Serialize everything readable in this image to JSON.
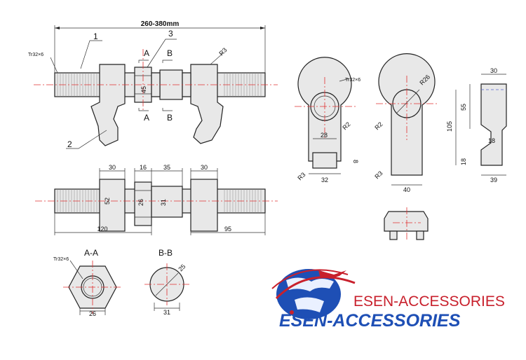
{
  "labels": {
    "overall_length": "260-380mm",
    "thread_spec": "Tr32×6",
    "part_1": "1",
    "part_2": "2",
    "part_3": "3",
    "section_a": "A",
    "section_b": "B",
    "radius_r3": "R3",
    "width_45": "45",
    "dim_30a": "30",
    "dim_16": "16",
    "dim_35": "35",
    "dim_30b": "30",
    "dim_52": "52",
    "dim_26v": "26",
    "dim_31v": "31",
    "dim_120": "120",
    "dim_95": "95",
    "section_aa": "A-A",
    "section_bb": "B-B",
    "hex_width": "26",
    "round_dia": "31",
    "dia_25": "25",
    "eye_thread": "Tr32×6",
    "dim_28": "28",
    "r2": "R2",
    "dim_8": "8",
    "dim_32": "32",
    "r26": "R26",
    "dim_40": "40",
    "side_30": "30",
    "side_55": "55",
    "side_105": "105",
    "side_18a": "18",
    "side_18b": "18",
    "side_39": "39"
  },
  "brand": {
    "name_line1": "ESEN-ACCESSORIES",
    "name_line2": "ESEN-ACCESSORIES",
    "color_red": "#c8202c",
    "color_blue": "#1e4fb5",
    "logo_icon": "globe-with-airplane-icon"
  }
}
